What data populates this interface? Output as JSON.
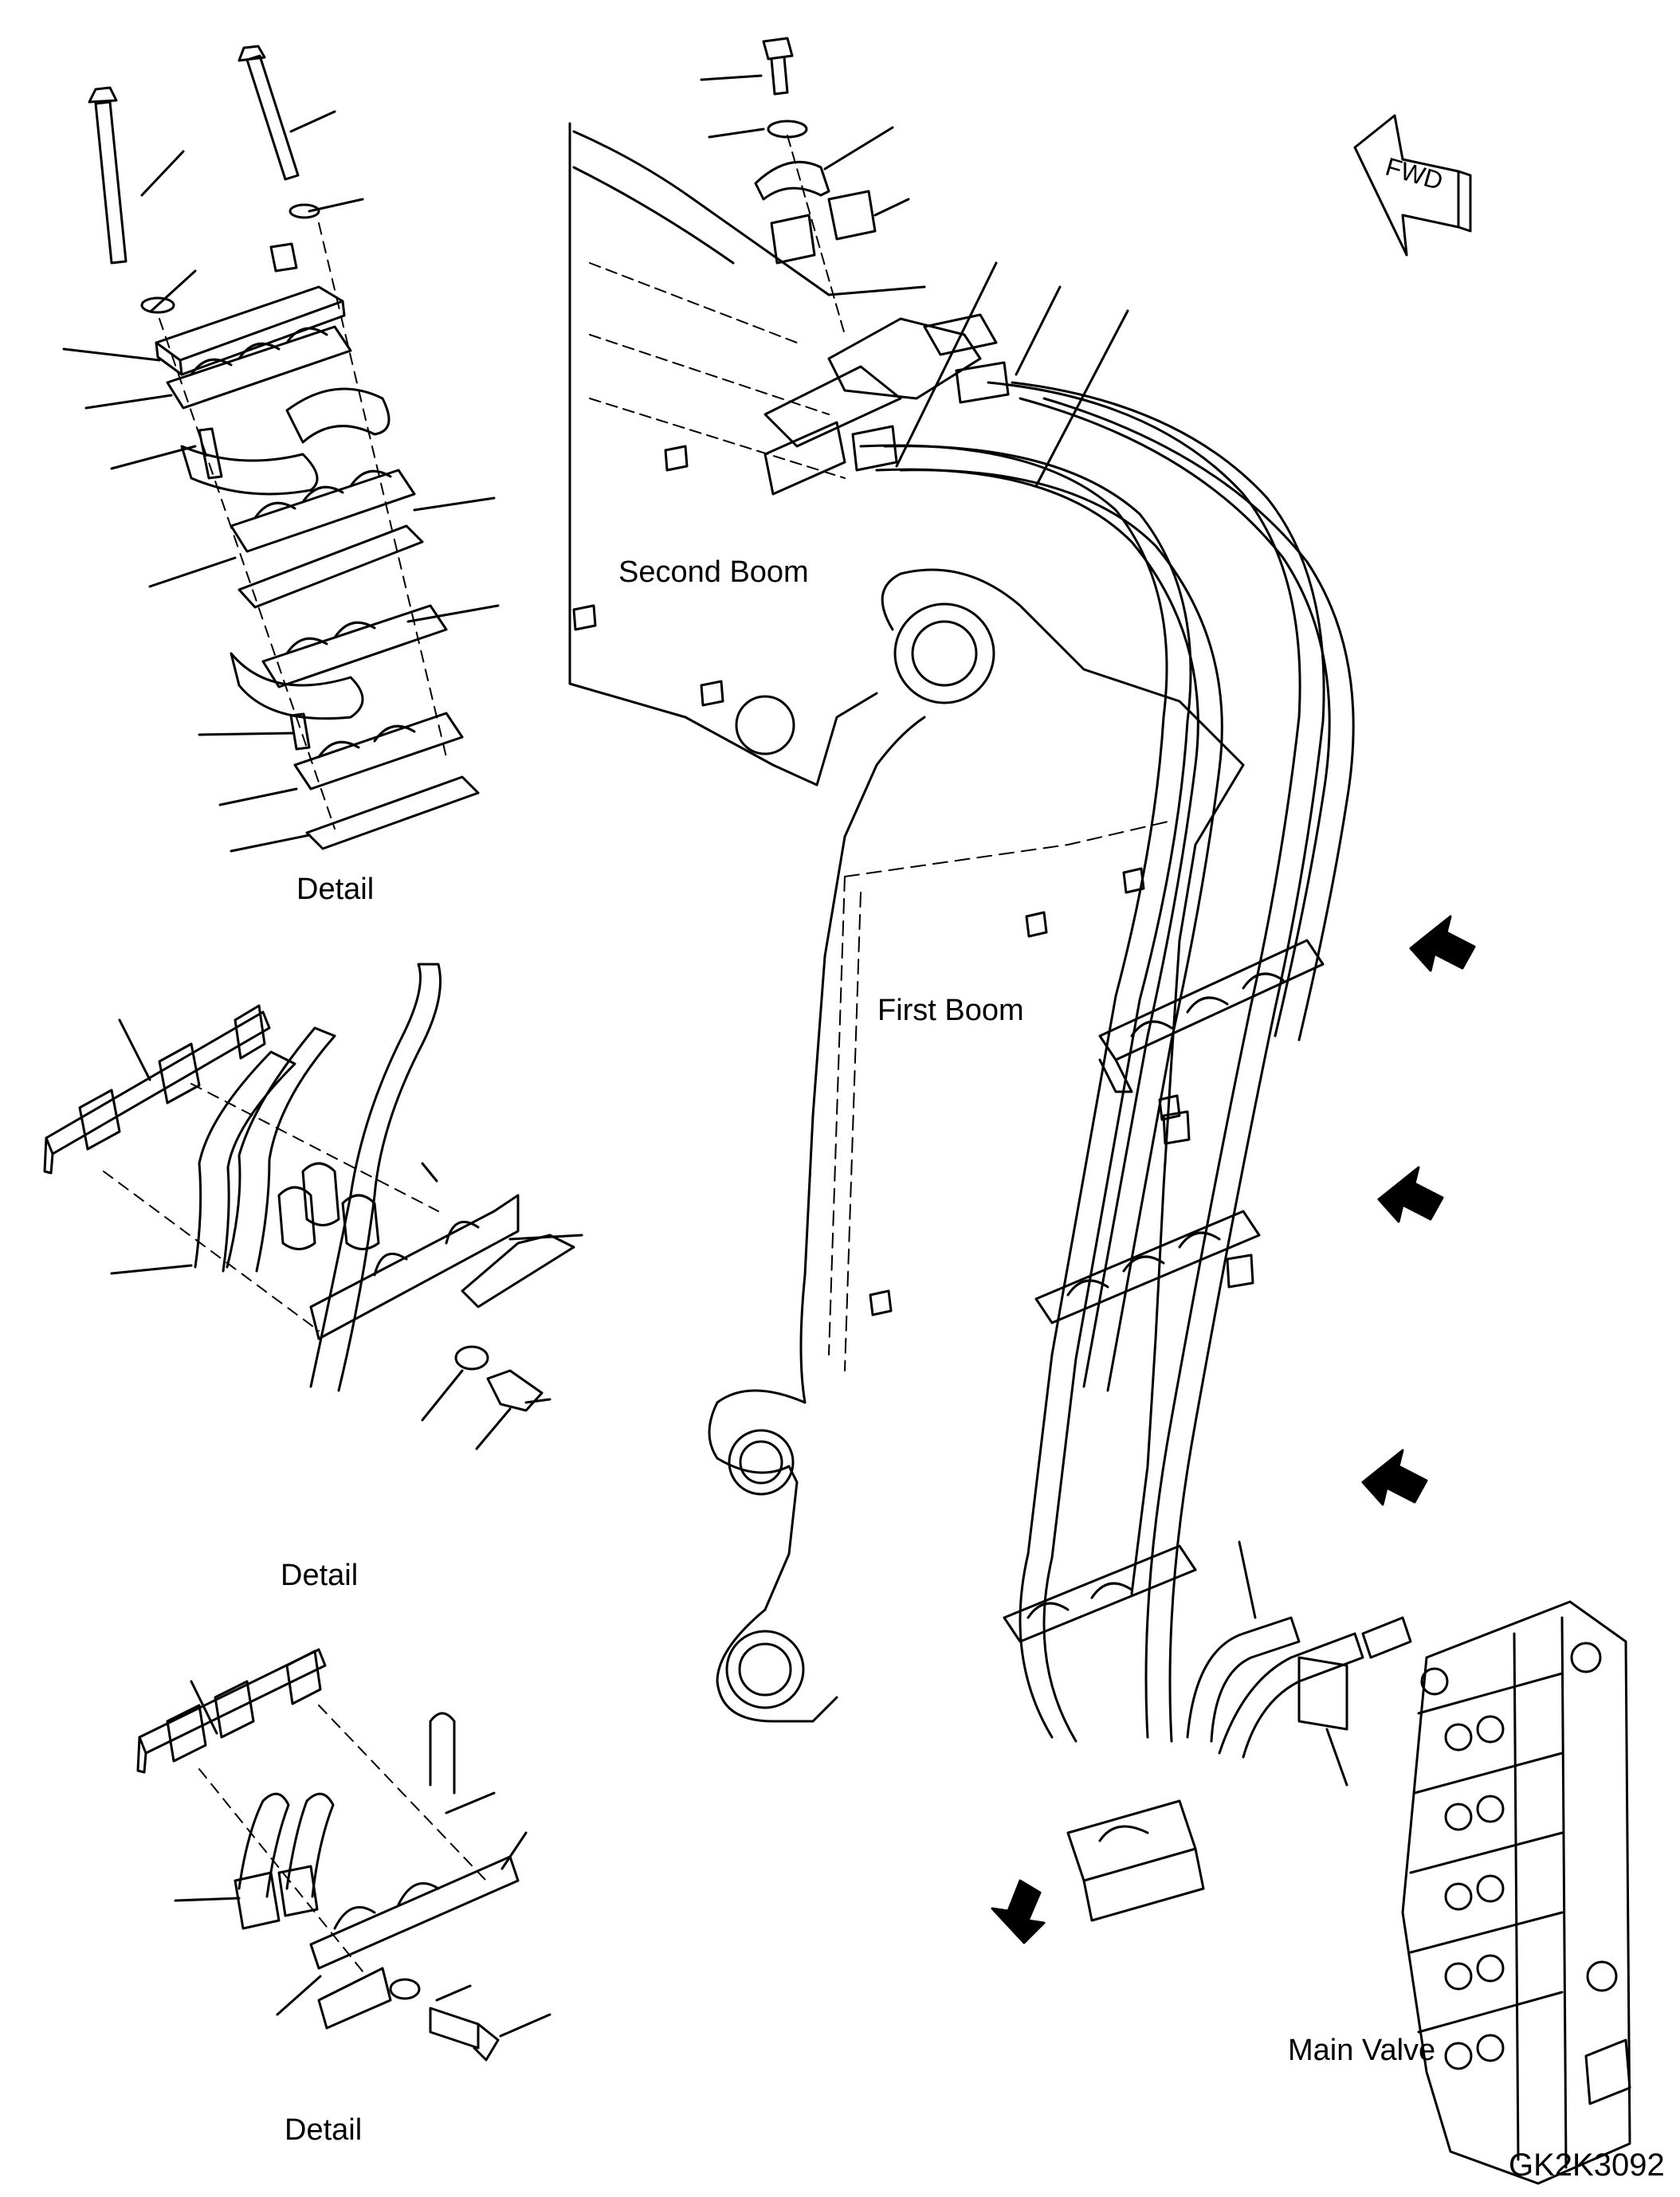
{
  "labels": {
    "second_boom": "Second Boom",
    "first_boom": "First Boom",
    "main_valve": "Main Valve",
    "detail_1": "Detail",
    "detail_2": "Detail",
    "detail_3": "Detail",
    "fwd": "FWD",
    "drawing_code": "GK2K3092"
  },
  "colors": {
    "line": "#000000",
    "background": "#ffffff"
  }
}
